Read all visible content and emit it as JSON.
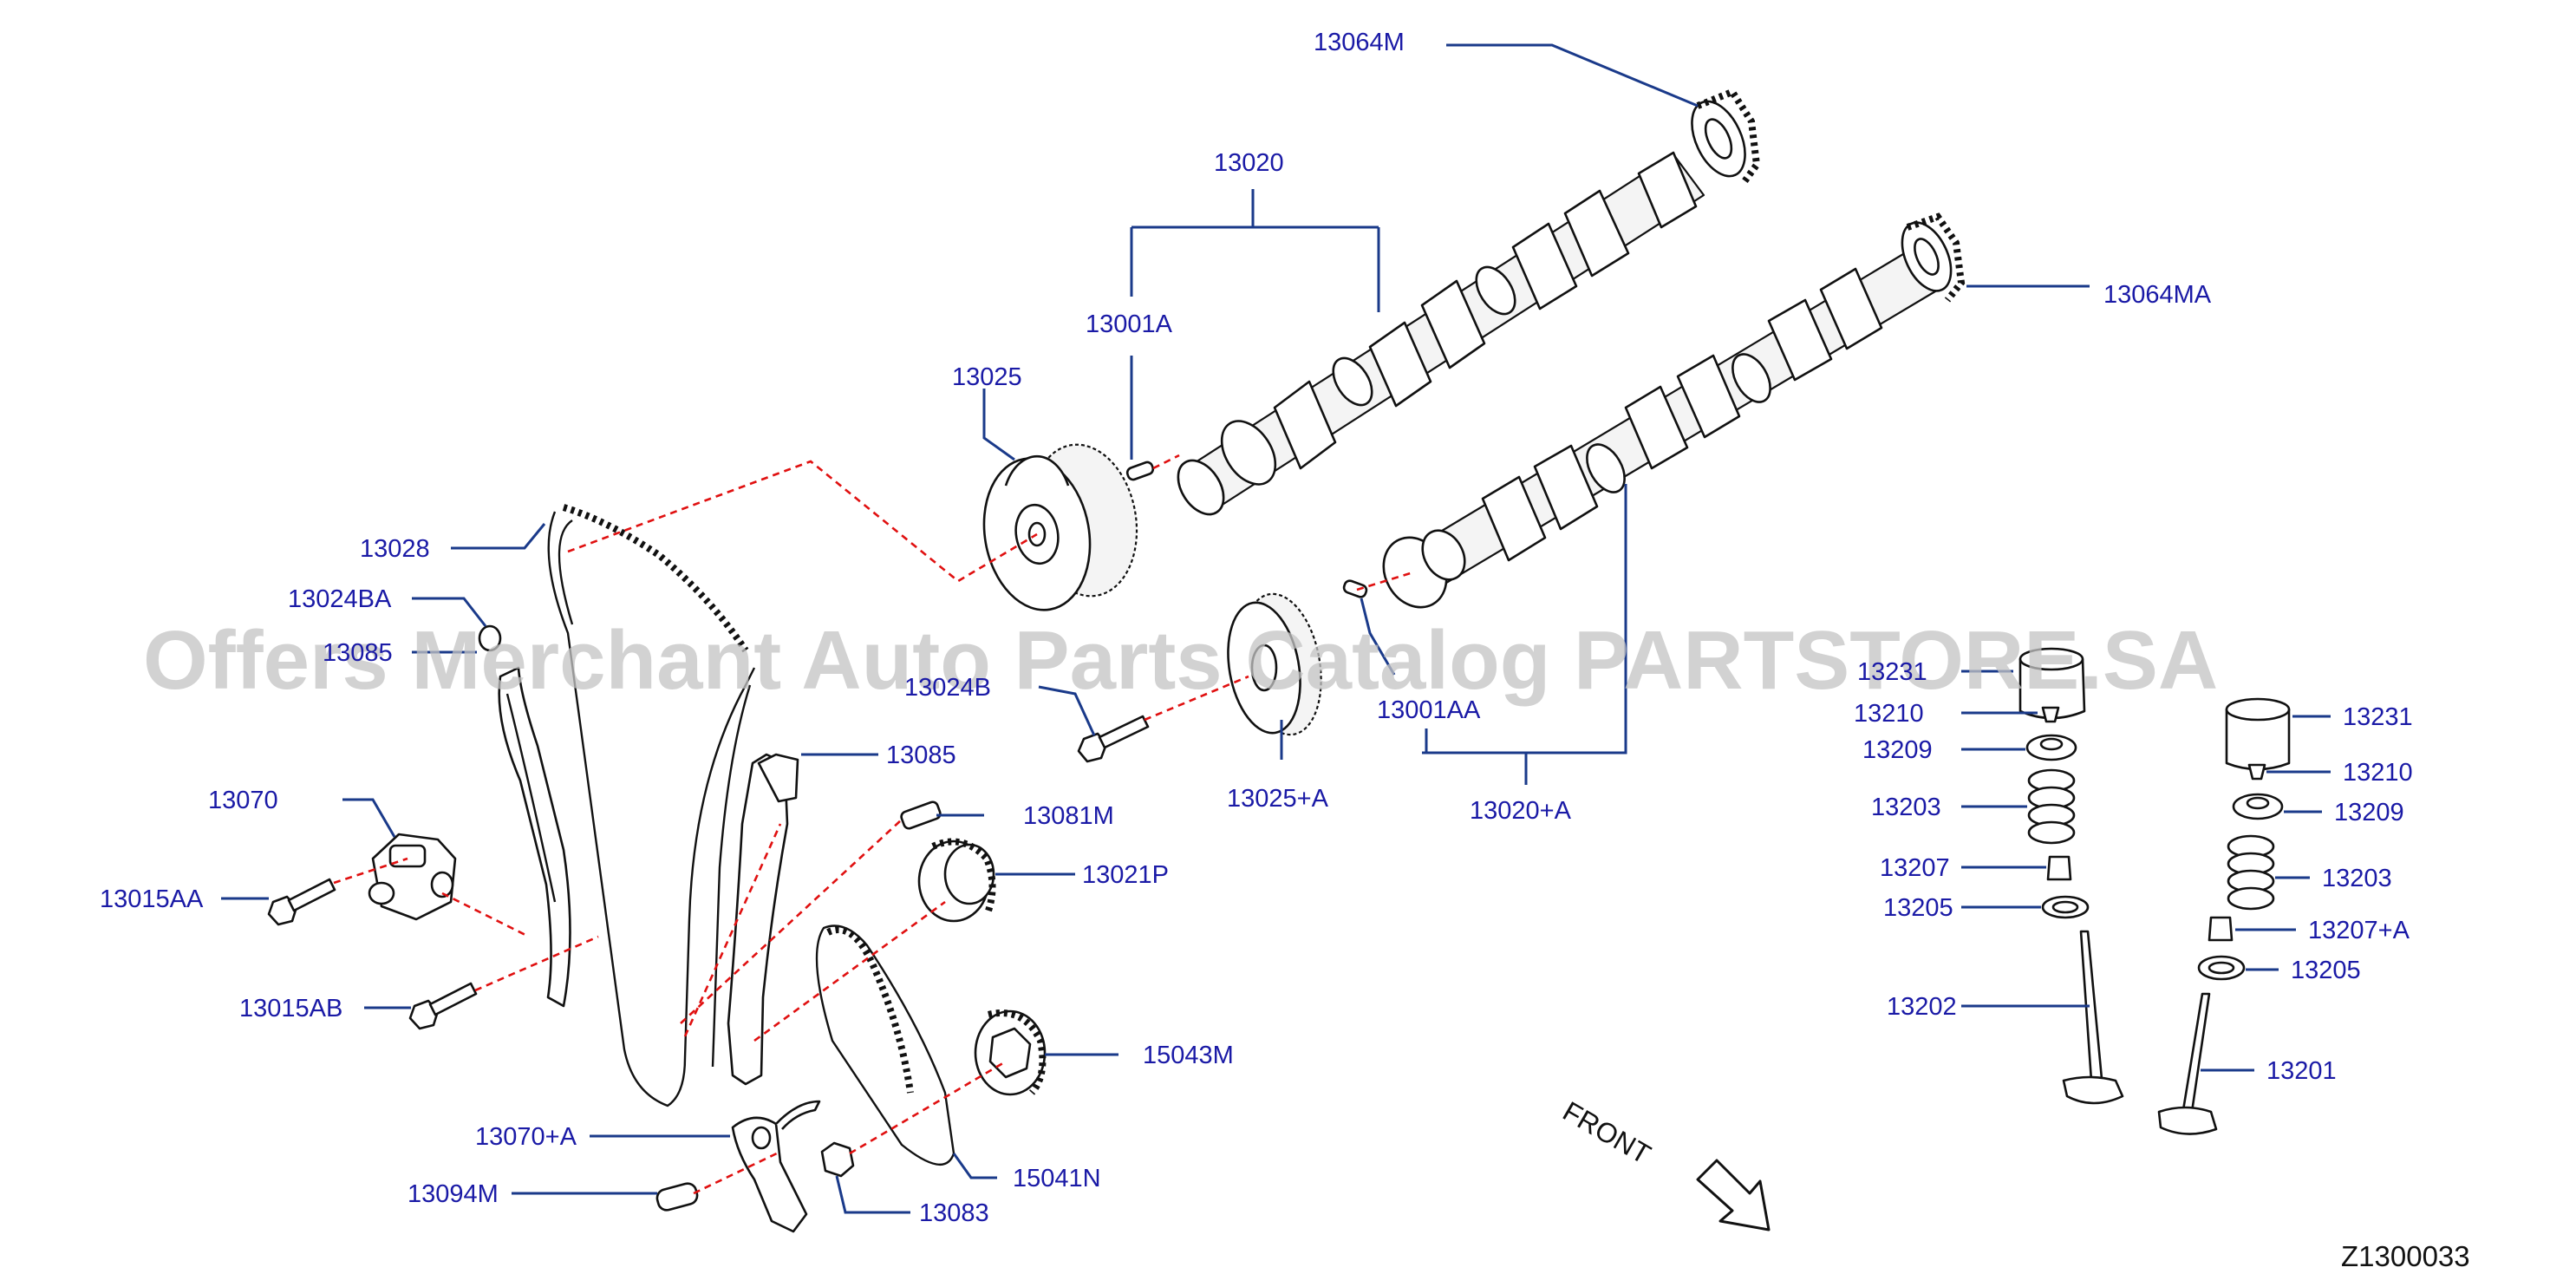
{
  "diagram_id": "Z1300033",
  "front_label": "FRONT",
  "watermark": "Offers Merchant Auto Parts Catalog PARTSTORE.SA",
  "labels": {
    "p13064M": "13064M",
    "p13020": "13020",
    "p13064MA": "13064MA",
    "p13001A": "13001A",
    "p13025": "13025",
    "p13028": "13028",
    "p13024BA": "13024BA",
    "p13085a": "13085",
    "p13024B": "13024B",
    "p13001AA": "13001AA",
    "p13085": "13085",
    "p13070": "13070",
    "p13025A": "13025+A",
    "p13020A": "13020+A",
    "p13081M": "13081M",
    "p13015AA": "13015AA",
    "p13021P": "13021P",
    "p13015AB": "13015AB",
    "p15043M": "15043M",
    "p13070A": "13070+A",
    "p15041N": "15041N",
    "p13094M": "13094M",
    "p13083": "13083",
    "p13231a": "13231",
    "p13210a": "13210",
    "p13209a": "13209",
    "p13203a": "13203",
    "p13207": "13207",
    "p13205a": "13205",
    "p13202": "13202",
    "p13231": "13231",
    "p13210": "13210",
    "p13209": "13209",
    "p13203": "13203",
    "p13207A": "13207+A",
    "p13205": "13205",
    "p13201": "13201"
  }
}
